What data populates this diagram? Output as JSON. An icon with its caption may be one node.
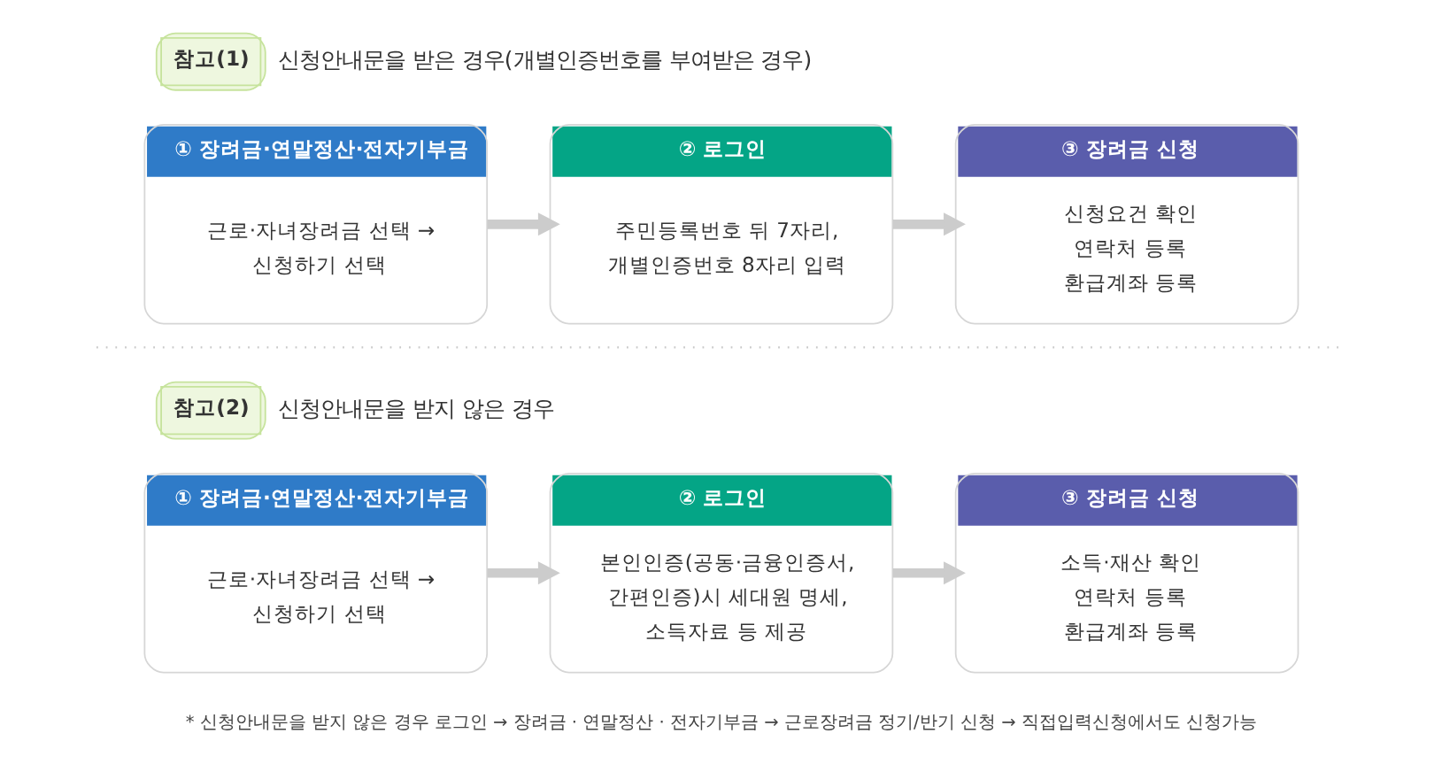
{
  "diagram": {
    "nodes": [
      {
        "text": [
          "참고(1)"
        ],
        "beside": [
          "신청안내문을 받은 경우(개별인증번호를 부여받은 경우)"
        ]
      },
      {
        "text": [
          "① 장려금·연말정산·전자기부금",
          "근로·자녀장려금 선택 → 신청하기 선택"
        ]
      },
      {
        "text": [
          "② 로그인",
          "주민등록번호 뒤 7자리, 개별인증번호 8자리 입력"
        ]
      },
      {
        "text": [
          "③ 장려금 신청",
          "신청요건 확인 연락처 등록 환급계좌 등록"
        ]
      },
      {
        "text": [
          "참고(2)"
        ],
        "beside": [
          "신청안내문을 받지 않은 경우"
        ]
      },
      {
        "text": [
          "① 장려금·연말정산·전자기부금",
          "근로·자녀장려금 선택 → 신청하기 선택"
        ]
      },
      {
        "text": [
          "② 로그인",
          "본인인증(공동·금융인증서, 간편인증)시 세대원 명세, 소득자료 등 제공"
        ]
      },
      {
        "text": [
          "③ 장려금 신청",
          "소득·재산 확인 연락처 등록 환급계좌 등록"
        ]
      }
    ],
    "edges": [
      {
        "from": 1,
        "to": 2,
        "arrow": "to"
      },
      {
        "from": 2,
        "to": 3,
        "arrow": "to"
      },
      {
        "from": 5,
        "to": 6,
        "arrow": "to"
      },
      {
        "from": 6,
        "to": 7,
        "arrow": "to"
      }
    ],
    "labels": [
      "* 신청안내문을 받지 않은 경우 로그인 → 장려금 · 연말정산 · 전자기부금 → 근로장려금 정기/반기 신청 → 직접입력신청에서도 신청가능"
    ]
  }
}
